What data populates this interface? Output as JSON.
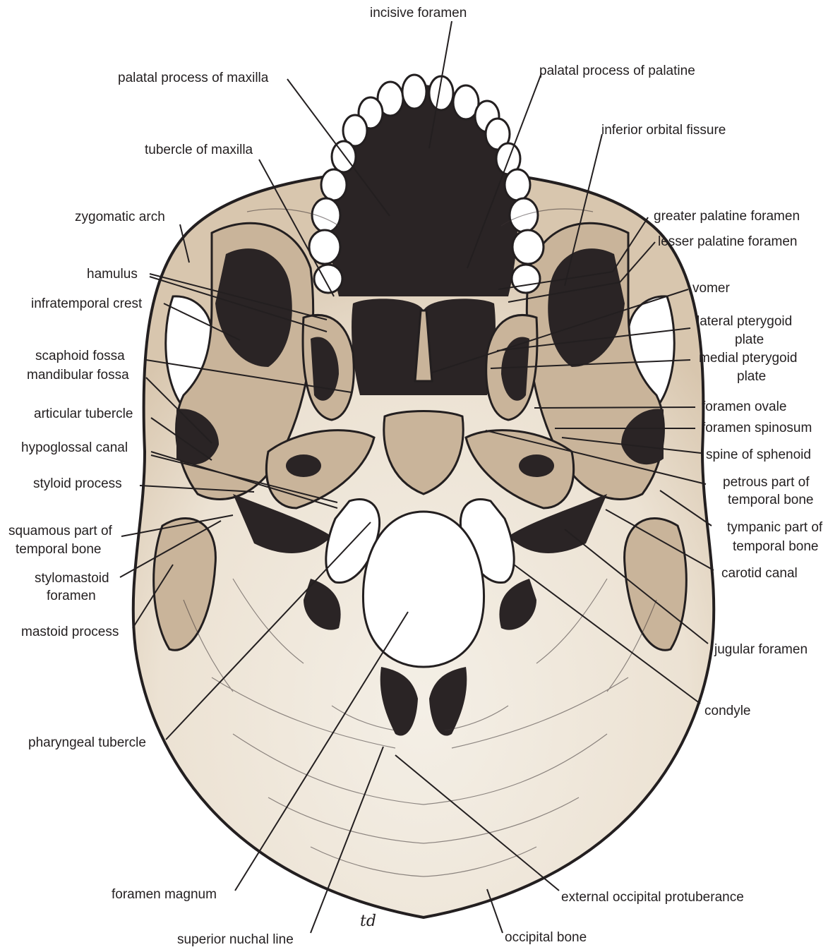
{
  "labels": {
    "incisive_foramen": "incisive foramen",
    "palatal_process_maxilla": "palatal process of maxilla",
    "palatal_process_palatine": "palatal process of palatine",
    "inferior_orbital_fissure": "inferior orbital fissure",
    "tubercle_maxilla": "tubercle of maxilla",
    "zygomatic_arch": "zygomatic arch",
    "greater_palatine_foramen": "greater palatine foramen",
    "lesser_palatine_foramen": "lesser palatine foramen",
    "hamulus": "hamulus",
    "vomer": "vomer",
    "infratemporal_crest": "infratemporal crest",
    "lateral_pterygoid_1": "lateral pterygoid",
    "lateral_pterygoid_2": "plate",
    "scaphoid_fossa": "scaphoid fossa",
    "medial_pterygoid_1": "medial pterygoid",
    "medial_pterygoid_2": "plate",
    "mandibular_fossa": "mandibular fossa",
    "foramen_ovale": "foramen ovale",
    "articular_tubercle": "articular tubercle",
    "foramen_spinosum": "foramen spinosum",
    "hypoglossal_canal": "hypoglossal canal",
    "spine_sphenoid": "spine of sphenoid",
    "styloid_process": "styloid process",
    "petrous_1": "petrous part of",
    "petrous_2": "temporal bone",
    "squamous_1": "squamous part of",
    "squamous_2": "temporal bone",
    "tympanic_1": "tympanic part of",
    "tympanic_2": "temporal bone",
    "stylomastoid_1": "stylomastoid",
    "stylomastoid_2": "foramen",
    "carotid_canal": "carotid canal",
    "mastoid_process": "mastoid process",
    "jugular_foramen": "jugular foramen",
    "condyle": "condyle",
    "pharyngeal_tubercle": "pharyngeal tubercle",
    "foramen_magnum": "foramen magnum",
    "external_occipital_protuberance": "external occipital protuberance",
    "superior_nuchal_line": "superior nuchal line",
    "occipital_bone": "occipital bone",
    "signature": "td"
  },
  "colors": {
    "bone_light": "#f4efe6",
    "bone_tan": "#c9b49a",
    "ink": "#231f20"
  }
}
